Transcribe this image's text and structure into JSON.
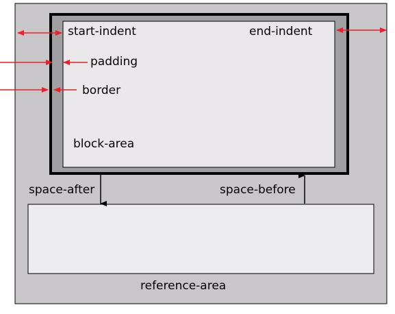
{
  "labels": {
    "start_indent": "start-indent",
    "end_indent": "end-indent",
    "padding": "padding",
    "border": "border",
    "block_area": "block-area",
    "space_after": "space-after",
    "space_before": "space-before",
    "reference_area": "reference-area"
  },
  "colors": {
    "outer_fill": "#c8c6c9",
    "padding_fill": "#a09fa1",
    "block_fill": "#e9e7ea",
    "reference_fill": "#edecee",
    "border_line": "#000000",
    "indent_arrow": "#ee1f26",
    "space_arrow": "#000000"
  }
}
